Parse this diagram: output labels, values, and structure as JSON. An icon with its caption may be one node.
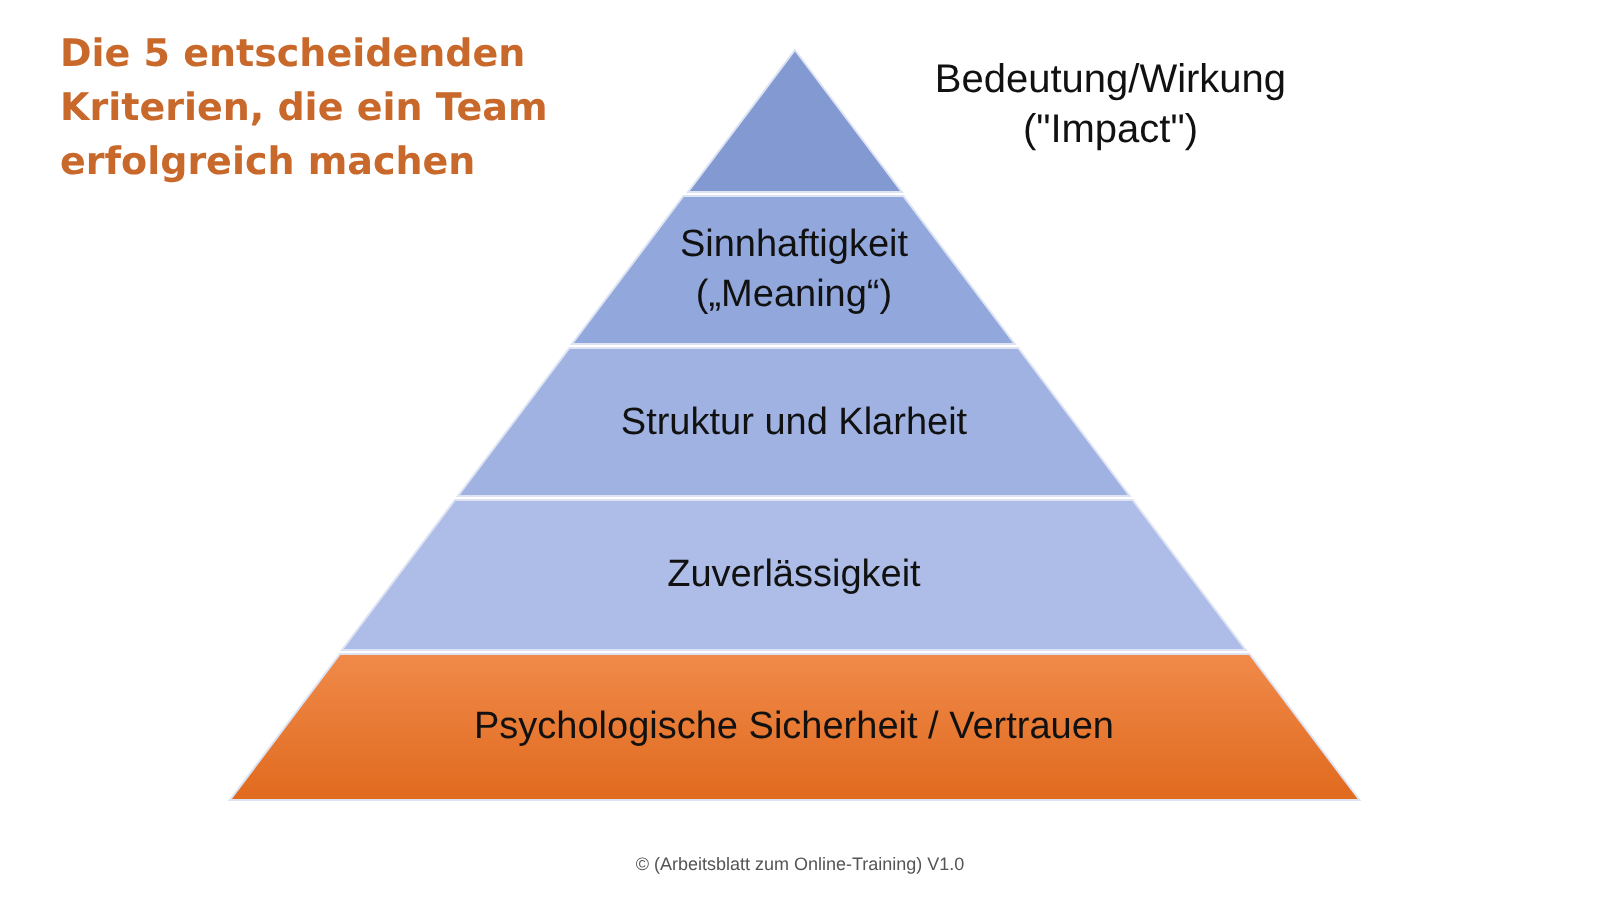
{
  "diagram": {
    "title": "Die 5 entscheidenden Kriterien, die ein Team erfolgreich machen",
    "nodes": [
      {
        "text": [
          "Bedeutung/Wirkung (\"Impact\")"
        ]
      },
      {
        "text": [
          "Sinnhaftigkeit („Meaning“)"
        ]
      },
      {
        "text": [
          "Struktur und Klarheit"
        ]
      },
      {
        "text": [
          "Zuverlässigkeit"
        ]
      },
      {
        "text": [
          "Psychologische Sicherheit / Vertrauen"
        ]
      }
    ],
    "edges": [],
    "labels": [
      "© (Arbeitsblatt zum Online-Training) V1.0"
    ]
  }
}
